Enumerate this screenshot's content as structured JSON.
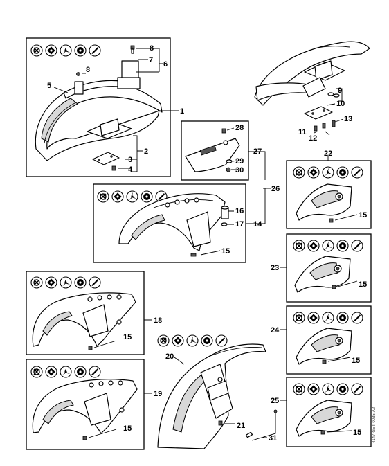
{
  "callouts": {
    "c1": "1",
    "c2": "2",
    "c3": "3",
    "c4": "4",
    "c5": "5",
    "c6": "6",
    "c7": "7",
    "c8a": "8",
    "c8b": "8",
    "c9": "9",
    "c10": "10",
    "c11": "11",
    "c12": "12",
    "c13": "13",
    "c14": "14",
    "c15_main": "15",
    "c15_22": "15",
    "c15_23": "15",
    "c15_24": "15",
    "c15_25": "15",
    "c15_18": "15",
    "c15_19": "15",
    "c16": "16",
    "c17": "17",
    "c18": "18",
    "c19": "19",
    "c20": "20",
    "c21": "21",
    "c22": "22",
    "c23": "23",
    "c24": "24",
    "c25": "25",
    "c26": "26",
    "c27": "27",
    "c28": "28",
    "c29": "29",
    "c30": "30",
    "c31": "31"
  },
  "document_id": "4147-GET-0035-A2",
  "tool_icons": [
    "metal-blade-icon",
    "square-blade-icon",
    "three-tooth-blade-icon",
    "mowing-head-icon",
    "brush-knife-icon"
  ]
}
